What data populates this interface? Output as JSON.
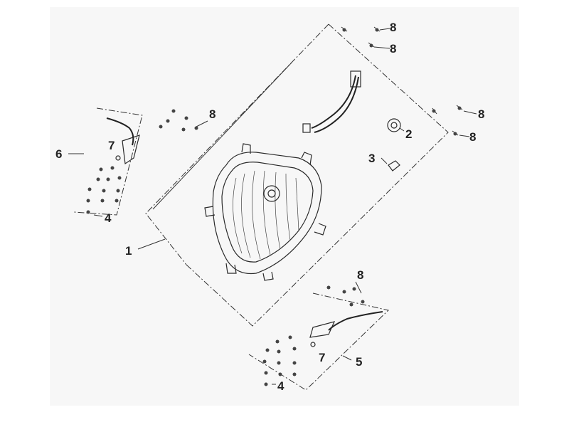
{
  "diagram": {
    "callouts": {
      "c1": "1",
      "c2": "2",
      "c3": "3",
      "c4_left": "4",
      "c4_right": "4",
      "c5": "5",
      "c6": "6",
      "c7_left": "7",
      "c7_right": "7",
      "c8_top_a": "8",
      "c8_top_b": "8",
      "c8_left": "8",
      "c8_right_a": "8",
      "c8_right_b": "8",
      "c8_bottom": "8"
    },
    "colors": {
      "ink": "#222222",
      "paper": "#ffffff",
      "backdrop": "#f6f6f6"
    }
  }
}
